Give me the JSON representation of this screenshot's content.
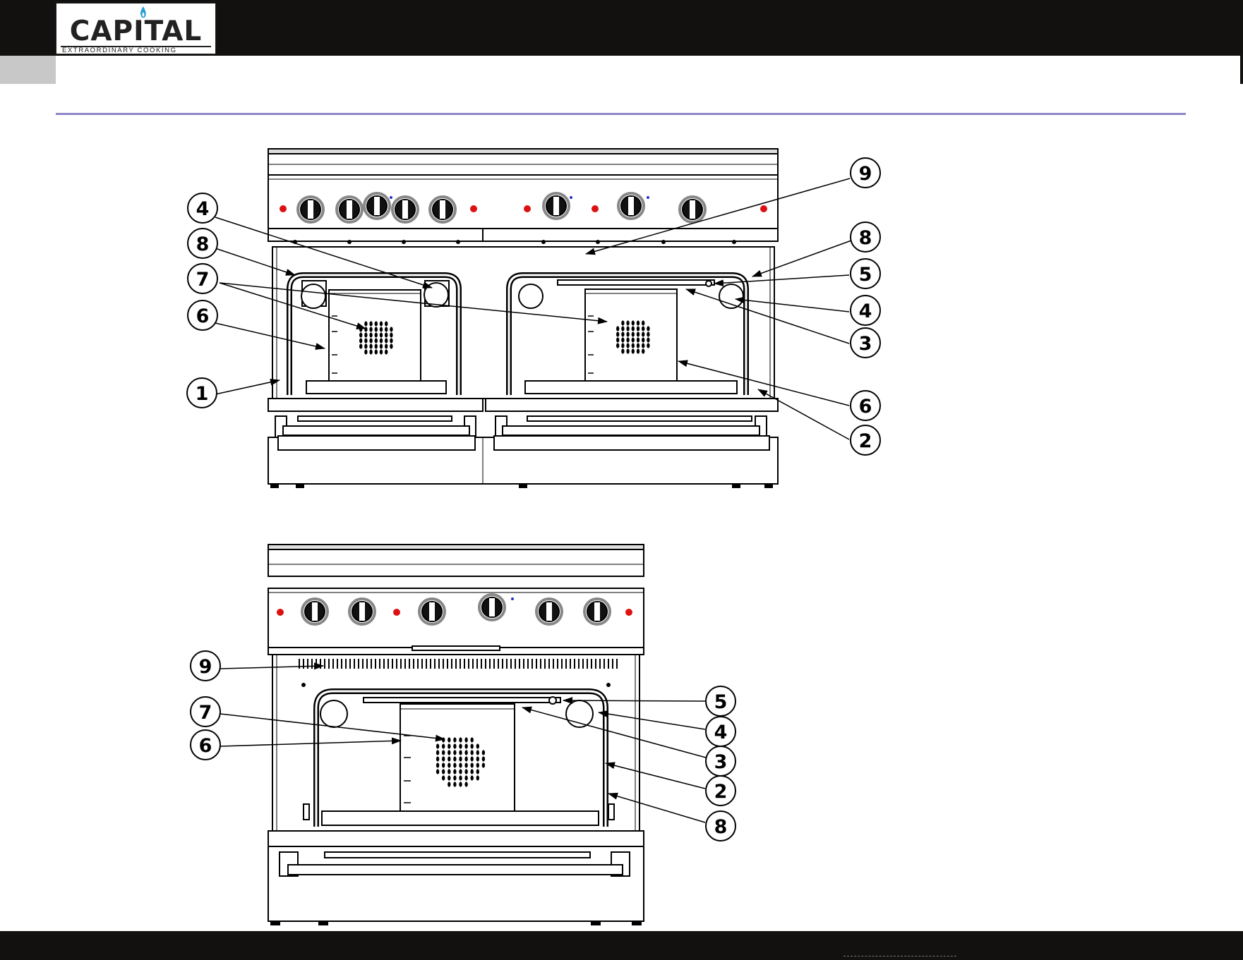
{
  "header": {
    "brand": "CAPITAL",
    "tagline": "EXTRAORDINARY COOKING"
  },
  "colors": {
    "header_bg": "#121110",
    "title_rule": "#8e87c9",
    "indicator_red": "#dd1111",
    "indicator_blue": "#2233cc"
  },
  "diagram_top": {
    "callouts": [
      "9",
      "4",
      "8",
      "7",
      "6",
      "1",
      "8",
      "5",
      "4",
      "3",
      "6",
      "2"
    ]
  },
  "diagram_bottom": {
    "callouts": [
      "9",
      "7",
      "6",
      "5",
      "4",
      "3",
      "2",
      "8"
    ]
  }
}
